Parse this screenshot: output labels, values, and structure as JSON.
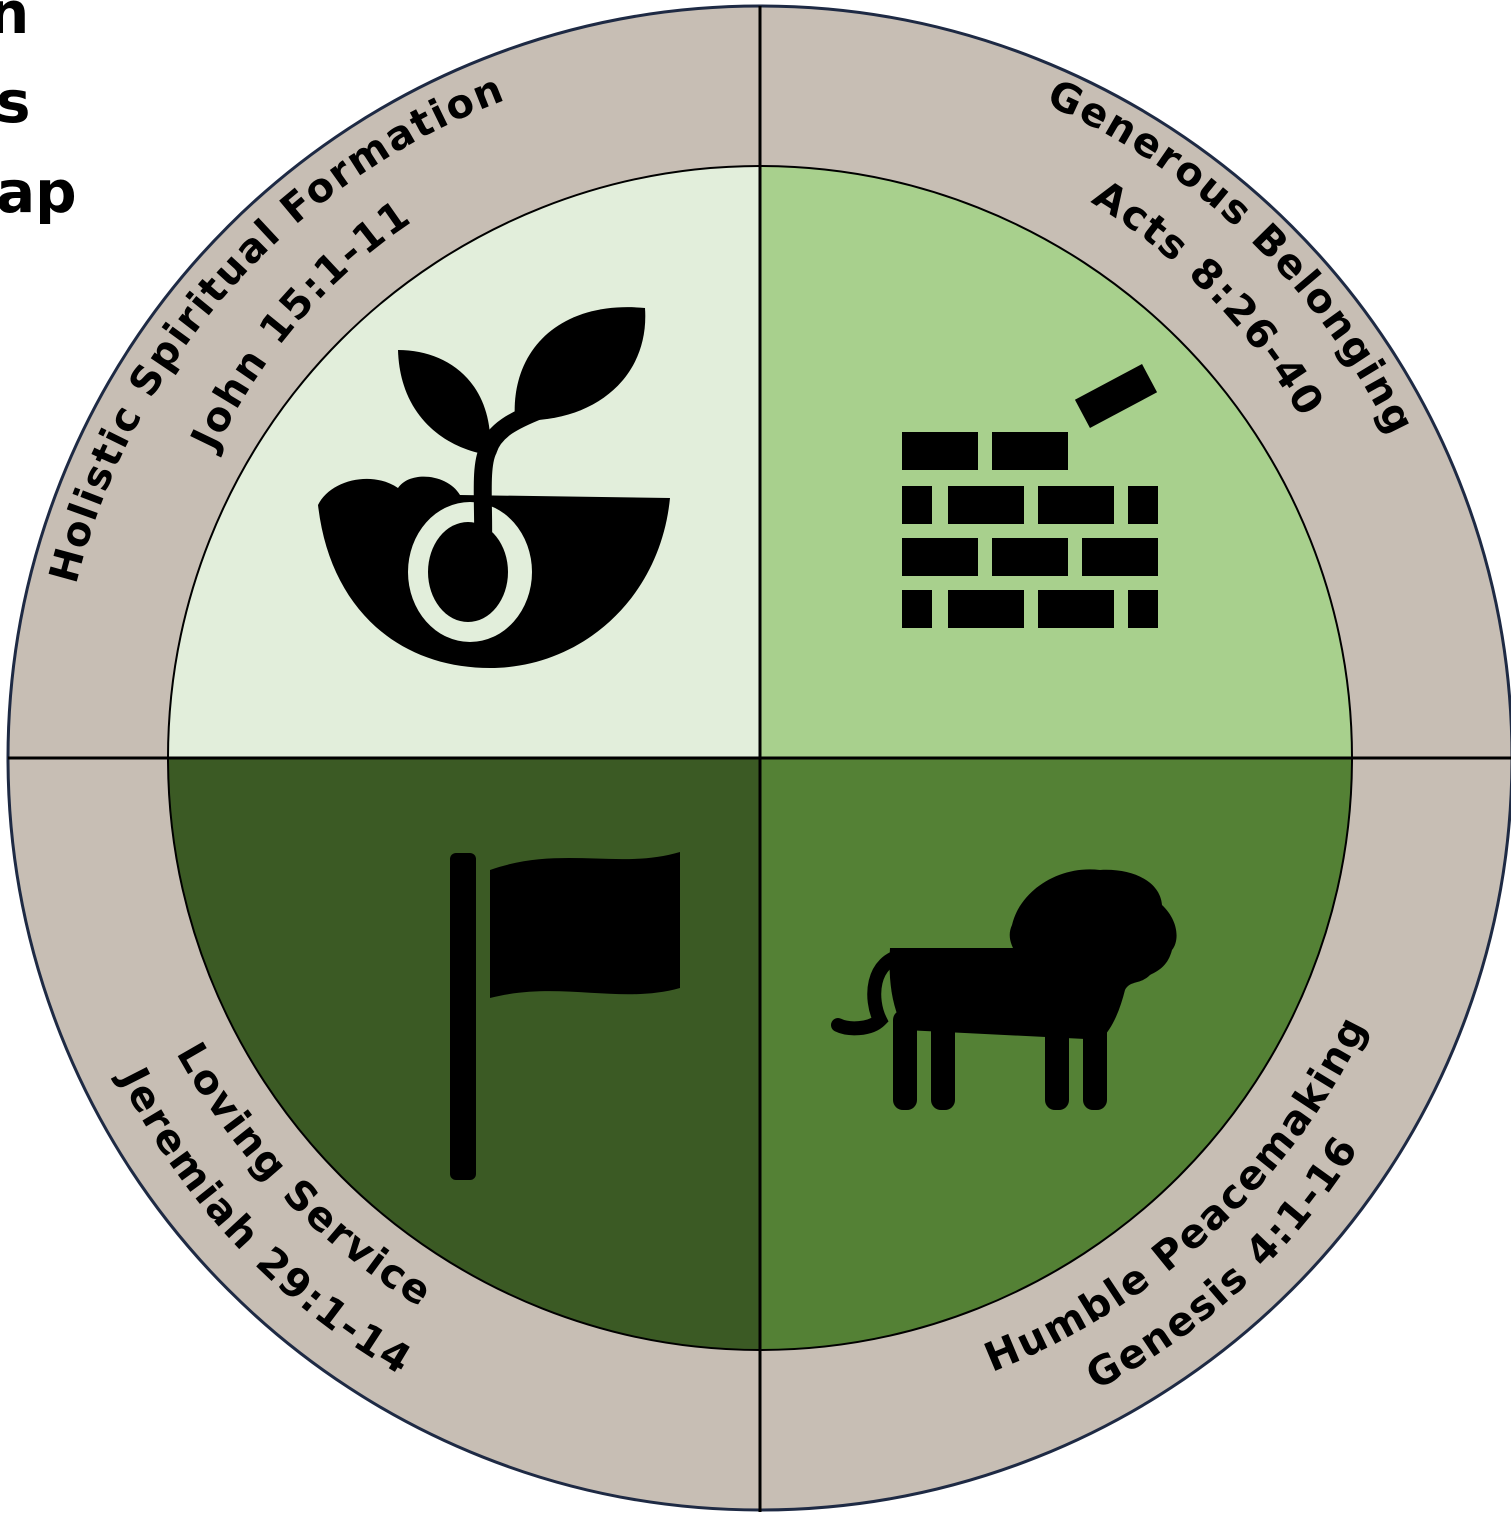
{
  "clipped_title_lines": [
    "n",
    "s",
    "ap"
  ],
  "colors": {
    "ring": "#c7beb4",
    "q_top_left": "#e2eedb",
    "q_top_right": "#a8d08d",
    "q_bottom_left": "#3b5a24",
    "q_bottom_right": "#548135",
    "ink": "#000000"
  },
  "quadrants": [
    {
      "title": "Holistic Spiritual Formation",
      "scripture": "John 15:1-11",
      "icon": "sprout-icon"
    },
    {
      "title": "Generous Belonging",
      "scripture": "Acts 8:26-40",
      "icon": "brick-wall-icon"
    },
    {
      "title": "Humble Peacemaking",
      "scripture": "Genesis 4:1-16",
      "icon": "lion-icon"
    },
    {
      "title": "Loving Service",
      "scripture": "Jeremiah 29:1-14",
      "icon": "flag-icon"
    }
  ]
}
